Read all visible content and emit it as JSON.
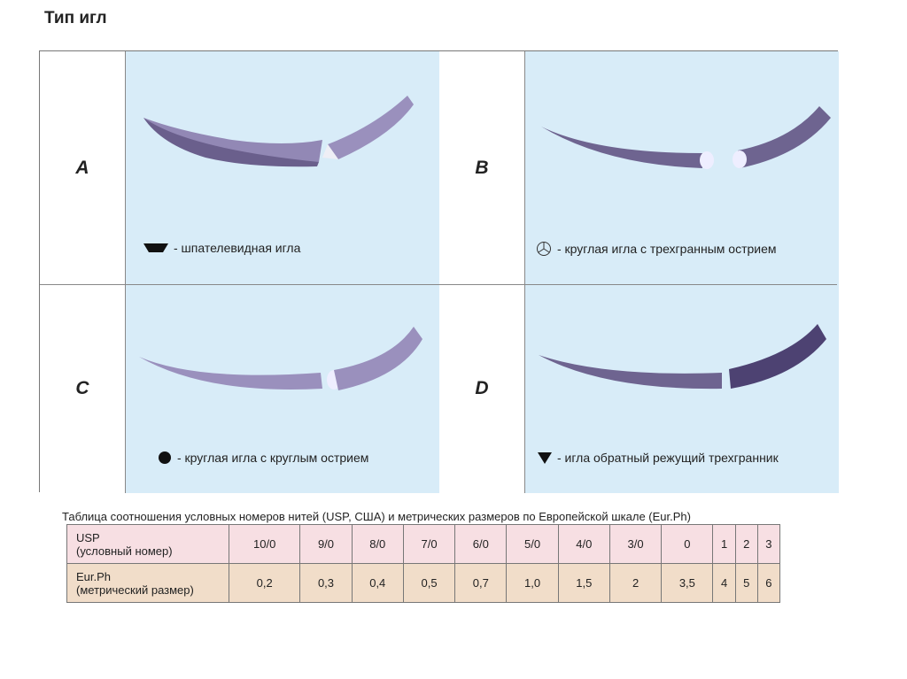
{
  "title": "Тип игл",
  "panels": [
    {
      "letter": "A",
      "caption": "- шпателевидная игла",
      "symbol": "spatula-icon"
    },
    {
      "letter": "B",
      "caption": "- круглая игла с трехгранным острием",
      "symbol": "round-triangular-icon"
    },
    {
      "letter": "C",
      "caption": "- круглая игла с круглым острием",
      "symbol": "circle-icon"
    },
    {
      "letter": "D",
      "caption": "- игла обратный режущий трехгранник",
      "symbol": "triangle-down-icon"
    }
  ],
  "table": {
    "caption": "Таблица соотношения условных номеров нитей (USP, США) и метрических размеров по Европейской шкале (Eur.Ph)",
    "rows": [
      {
        "label1": "USP",
        "label2": "(условный номер)",
        "values": [
          "10/0",
          "9/0",
          "8/0",
          "7/0",
          "6/0",
          "5/0",
          "4/0",
          "3/0",
          "0",
          "1",
          "2",
          "3"
        ]
      },
      {
        "label1": "Eur.Ph",
        "label2": "(метрический размер)",
        "values": [
          "0,2",
          "0,3",
          "0,4",
          "0,5",
          "0,7",
          "1,0",
          "1,5",
          "2",
          "3,5",
          "4",
          "5",
          "6"
        ]
      }
    ]
  },
  "colors": {
    "panel": "#d8ecf8",
    "needle": "#8a80aa",
    "usp_row": "#f7dfe3",
    "eur_row": "#f1ddc9"
  }
}
